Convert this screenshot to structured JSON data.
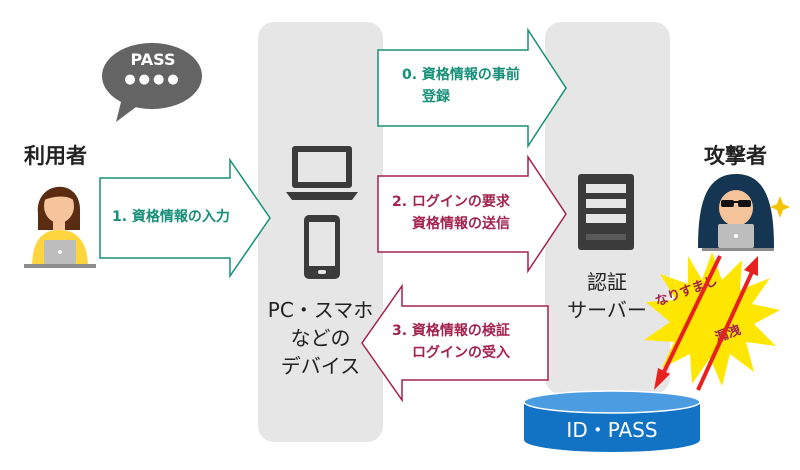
{
  "user": {
    "label": "利用者",
    "bubble_text": "PASS",
    "bubble_dots": "●●●●"
  },
  "device": {
    "label_lines": [
      "PC・スマホ",
      "などの",
      "デバイス"
    ]
  },
  "server": {
    "label_lines": [
      "認証",
      "サーバー"
    ]
  },
  "attacker": {
    "label": "攻撃者",
    "burst_lines": [
      "なりすまし",
      "漏洩"
    ]
  },
  "database": {
    "label": "ID・PASS"
  },
  "arrows": {
    "step1": "1. 資格情報の入力",
    "step0_lines": [
      "0. 資格情報の事前",
      "登録"
    ],
    "step2_lines": [
      "2. ログインの要求",
      "資格情報の送信"
    ],
    "step3_lines": [
      "3. 資格情報の検証",
      "ログインの受入"
    ]
  },
  "colors": {
    "teal": "#168f78",
    "maroon": "#a3224e",
    "column_gray": "#e6e6e6",
    "icon_dark": "#3b3b3b",
    "db_blue": "#1273c4",
    "burst_yellow": "#ffe600",
    "red_arrow": "#e8201f"
  }
}
